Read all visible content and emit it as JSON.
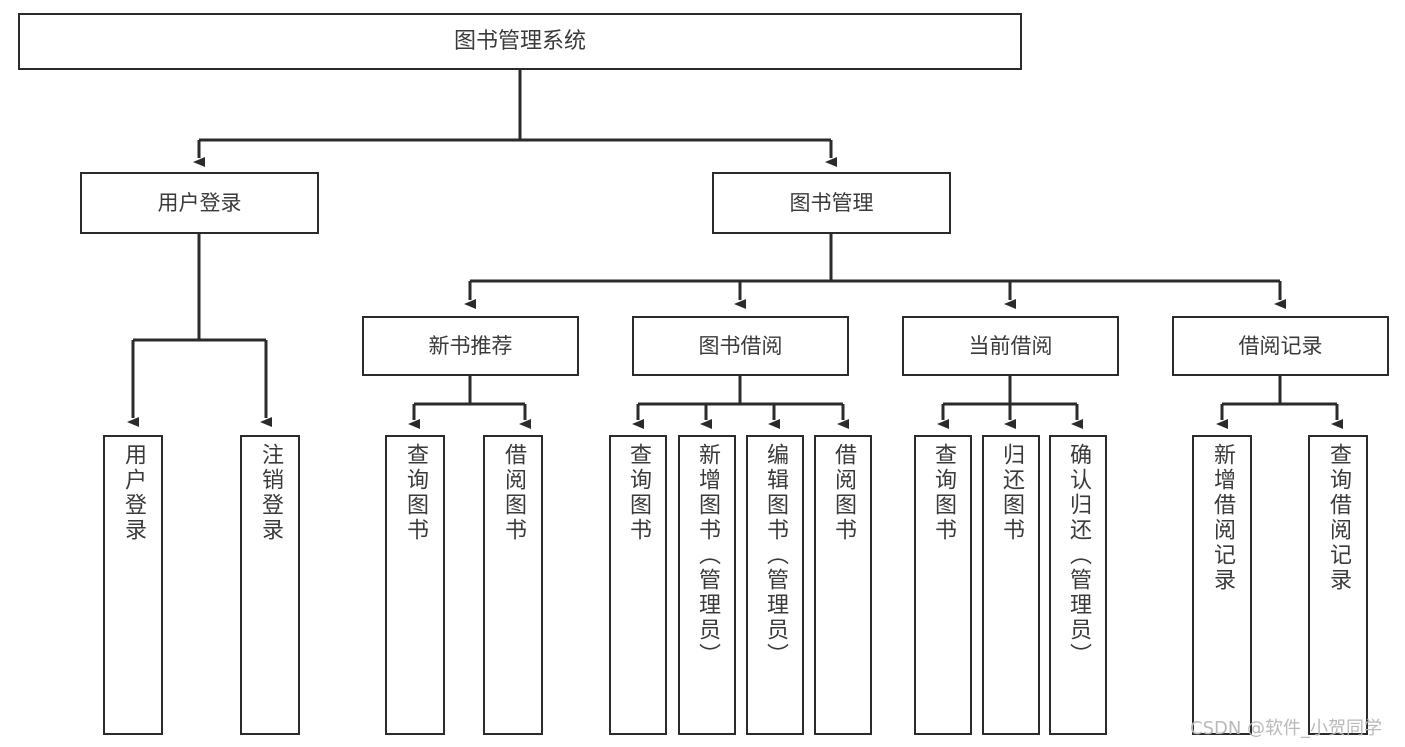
{
  "diagram": {
    "type": "tree-hierarchy",
    "title": "图书管理系统",
    "orientation": "top-down",
    "colors": {
      "background": "#ffffff",
      "box_border": "#2b2b2b",
      "box_fill": "#ffffff",
      "text": "#3a3a3a",
      "connector": "#2b2b2b",
      "watermark": "#b9b9b9"
    }
  },
  "root": {
    "label": "图书管理系统"
  },
  "level2": [
    {
      "label": "用户登录"
    },
    {
      "label": "图书管理"
    }
  ],
  "level3": [
    {
      "label": "新书推荐"
    },
    {
      "label": "图书借阅"
    },
    {
      "label": "当前借阅"
    },
    {
      "label": "借阅记录"
    }
  ],
  "leaves": {
    "user_login": [
      {
        "label": "用户登录"
      },
      {
        "label": "注销登录"
      }
    ],
    "new_book_recommend": [
      {
        "label": "查询图书"
      },
      {
        "label": "借阅图书"
      }
    ],
    "book_borrow": [
      {
        "label": "查询图书"
      },
      {
        "label": "新增图书（管理员）"
      },
      {
        "label": "编辑图书（管理员）"
      },
      {
        "label": "借阅图书"
      }
    ],
    "current_borrow": [
      {
        "label": "查询图书"
      },
      {
        "label": "归还图书"
      },
      {
        "label": "确认归还（管理员）"
      }
    ],
    "borrow_record": [
      {
        "label": "新增借阅记录"
      },
      {
        "label": "查询借阅记录"
      }
    ]
  },
  "watermark": {
    "text": "CSDN @软件_小贺同学"
  }
}
